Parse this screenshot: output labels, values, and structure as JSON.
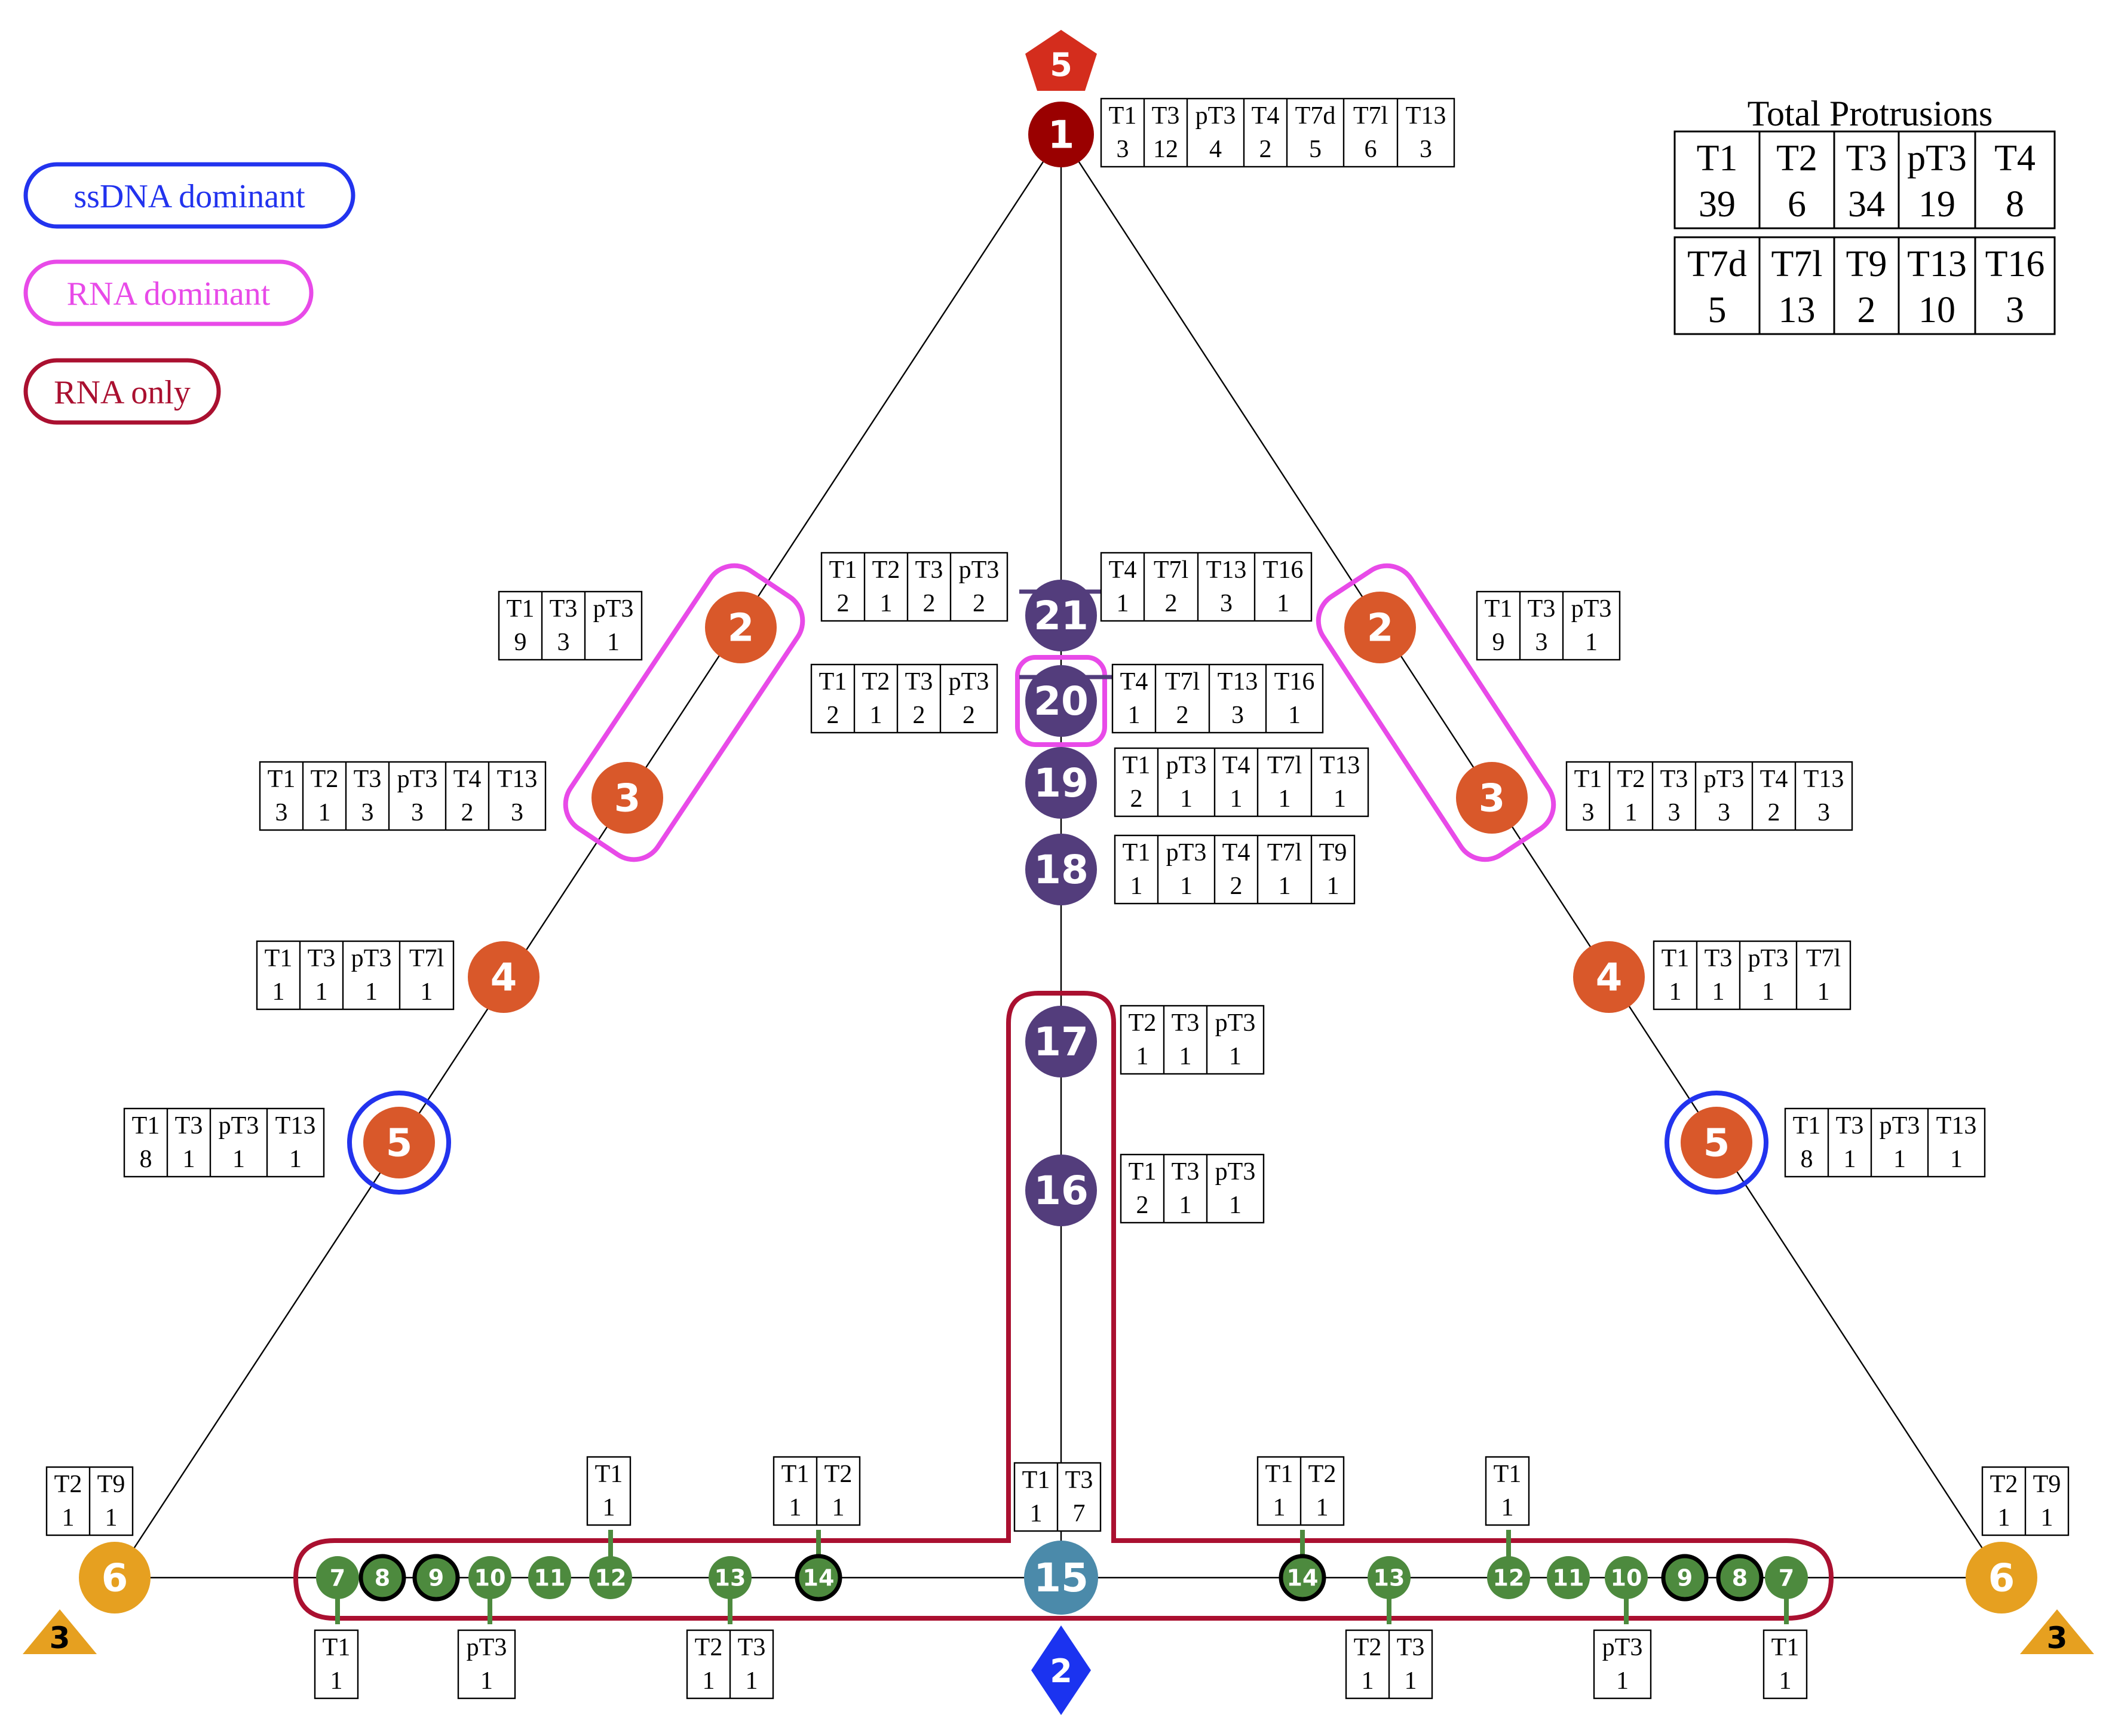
{
  "colors": {
    "ssdna": "#2233ee",
    "rna_dominant": "#e84ae8",
    "rna_only": "#aa1030",
    "dark_red": "#9a0000",
    "orange": "#d9582a",
    "purple": "#533d7c",
    "green": "#4d8a3e",
    "gold": "#e6a020",
    "teal": "#4b8aaa",
    "blue": "#1b33f0",
    "red": "#d42d1d",
    "black": "#000000"
  },
  "legend": [
    {
      "label": "ssDNA dominant",
      "key": "ssdna"
    },
    {
      "label": "RNA dominant",
      "key": "rna_dominant"
    },
    {
      "label": "RNA only",
      "key": "rna_only"
    }
  ],
  "totals": {
    "title": "Total Protrusions",
    "row1": [
      [
        "T1",
        "39"
      ],
      [
        "T2",
        "6"
      ],
      [
        "T3",
        "34"
      ],
      [
        "pT3",
        "19"
      ],
      [
        "T4",
        "8"
      ]
    ],
    "row2": [
      [
        "T7d",
        "5"
      ],
      [
        "T7l",
        "13"
      ],
      [
        "T9",
        "2"
      ],
      [
        "T13",
        "10"
      ],
      [
        "T16",
        "3"
      ]
    ]
  },
  "markers": {
    "top_pentagon": "5",
    "bottom_diamond": "2",
    "left_triangle": "3",
    "right_triangle": "3"
  },
  "nodes": [
    {
      "id": "n1",
      "label": "1",
      "color": "dark_red"
    },
    {
      "id": "nL2",
      "label": "2",
      "color": "orange"
    },
    {
      "id": "nL3",
      "label": "3",
      "color": "orange"
    },
    {
      "id": "nL4",
      "label": "4",
      "color": "orange"
    },
    {
      "id": "nL5",
      "label": "5",
      "color": "orange"
    },
    {
      "id": "nL6",
      "label": "6",
      "color": "gold"
    },
    {
      "id": "nR2",
      "label": "2",
      "color": "orange"
    },
    {
      "id": "nR3",
      "label": "3",
      "color": "orange"
    },
    {
      "id": "nR4",
      "label": "4",
      "color": "orange"
    },
    {
      "id": "nR5",
      "label": "5",
      "color": "orange"
    },
    {
      "id": "nR6",
      "label": "6",
      "color": "gold"
    },
    {
      "id": "n21",
      "label": "21",
      "color": "purple"
    },
    {
      "id": "n20",
      "label": "20",
      "color": "purple"
    },
    {
      "id": "n19",
      "label": "19",
      "color": "purple"
    },
    {
      "id": "n18",
      "label": "18",
      "color": "purple"
    },
    {
      "id": "n17",
      "label": "17",
      "color": "purple"
    },
    {
      "id": "n16",
      "label": "16",
      "color": "purple"
    },
    {
      "id": "n15",
      "label": "15",
      "color": "teal"
    },
    {
      "id": "gL7",
      "label": "7",
      "color": "green"
    },
    {
      "id": "gL8",
      "label": "8",
      "color": "green"
    },
    {
      "id": "gL9",
      "label": "9",
      "color": "green"
    },
    {
      "id": "gL10",
      "label": "10",
      "color": "green"
    },
    {
      "id": "gL11",
      "label": "11",
      "color": "green"
    },
    {
      "id": "gL12",
      "label": "12",
      "color": "green"
    },
    {
      "id": "gL13",
      "label": "13",
      "color": "green"
    },
    {
      "id": "gL14",
      "label": "14",
      "color": "green"
    },
    {
      "id": "gR14",
      "label": "14",
      "color": "green"
    },
    {
      "id": "gR13",
      "label": "13",
      "color": "green"
    },
    {
      "id": "gR12",
      "label": "12",
      "color": "green"
    },
    {
      "id": "gR11",
      "label": "11",
      "color": "green"
    },
    {
      "id": "gR10",
      "label": "10",
      "color": "green"
    },
    {
      "id": "gR9",
      "label": "9",
      "color": "green"
    },
    {
      "id": "gR8",
      "label": "8",
      "color": "green"
    },
    {
      "id": "gR7",
      "label": "7",
      "color": "green"
    }
  ],
  "tables": [
    {
      "id": "t1",
      "headers": [
        "T1",
        "T3",
        "pT3",
        "T4",
        "T7d",
        "T7l",
        "T13"
      ],
      "values": [
        "3",
        "12",
        "4",
        "2",
        "5",
        "6",
        "3"
      ]
    },
    {
      "id": "t21L",
      "headers": [
        "T1",
        "T2",
        "T3",
        "pT3"
      ],
      "values": [
        "2",
        "1",
        "2",
        "2"
      ]
    },
    {
      "id": "t21R",
      "headers": [
        "T4",
        "T7l",
        "T13",
        "T16"
      ],
      "values": [
        "1",
        "2",
        "3",
        "1"
      ]
    },
    {
      "id": "t20L",
      "headers": [
        "T1",
        "T2",
        "T3",
        "pT3"
      ],
      "values": [
        "2",
        "1",
        "2",
        "2"
      ]
    },
    {
      "id": "t20R",
      "headers": [
        "T4",
        "T7l",
        "T13",
        "T16"
      ],
      "values": [
        "1",
        "2",
        "3",
        "1"
      ]
    },
    {
      "id": "t19",
      "headers": [
        "T1",
        "pT3",
        "T4",
        "T7l",
        "T13"
      ],
      "values": [
        "2",
        "1",
        "1",
        "1",
        "1"
      ]
    },
    {
      "id": "t18",
      "headers": [
        "T1",
        "pT3",
        "T4",
        "T7l",
        "T9"
      ],
      "values": [
        "1",
        "1",
        "2",
        "1",
        "1"
      ]
    },
    {
      "id": "t17",
      "headers": [
        "T2",
        "T3",
        "pT3"
      ],
      "values": [
        "1",
        "1",
        "1"
      ]
    },
    {
      "id": "t16",
      "headers": [
        "T1",
        "T3",
        "pT3"
      ],
      "values": [
        "2",
        "1",
        "1"
      ]
    },
    {
      "id": "t15",
      "headers": [
        "T1",
        "T3"
      ],
      "values": [
        "1",
        "7"
      ]
    },
    {
      "id": "tL2",
      "headers": [
        "T1",
        "T3",
        "pT3"
      ],
      "values": [
        "9",
        "3",
        "1"
      ]
    },
    {
      "id": "tL3",
      "headers": [
        "T1",
        "T2",
        "T3",
        "pT3",
        "T4",
        "T13"
      ],
      "values": [
        "3",
        "1",
        "3",
        "3",
        "2",
        "3"
      ]
    },
    {
      "id": "tL4",
      "headers": [
        "T1",
        "T3",
        "pT3",
        "T7l"
      ],
      "values": [
        "1",
        "1",
        "1",
        "1"
      ]
    },
    {
      "id": "tL5",
      "headers": [
        "T1",
        "T3",
        "pT3",
        "T13"
      ],
      "values": [
        "8",
        "1",
        "1",
        "1"
      ]
    },
    {
      "id": "tL6",
      "headers": [
        "T2",
        "T9"
      ],
      "values": [
        "1",
        "1"
      ]
    },
    {
      "id": "tR2",
      "headers": [
        "T1",
        "T3",
        "pT3"
      ],
      "values": [
        "9",
        "3",
        "1"
      ]
    },
    {
      "id": "tR3",
      "headers": [
        "T1",
        "T2",
        "T3",
        "pT3",
        "T4",
        "T13"
      ],
      "values": [
        "3",
        "1",
        "3",
        "3",
        "2",
        "3"
      ]
    },
    {
      "id": "tR4",
      "headers": [
        "T1",
        "T3",
        "pT3",
        "T7l"
      ],
      "values": [
        "1",
        "1",
        "1",
        "1"
      ]
    },
    {
      "id": "tR5",
      "headers": [
        "T1",
        "T3",
        "pT3",
        "T13"
      ],
      "values": [
        "8",
        "1",
        "1",
        "1"
      ]
    },
    {
      "id": "tR6",
      "headers": [
        "T2",
        "T9"
      ],
      "values": [
        "1",
        "1"
      ]
    },
    {
      "id": "tgL7",
      "headers": [
        "T1"
      ],
      "values": [
        "1"
      ]
    },
    {
      "id": "tgL10",
      "headers": [
        "pT3"
      ],
      "values": [
        "1"
      ]
    },
    {
      "id": "tgL12",
      "headers": [
        "T1"
      ],
      "values": [
        "1"
      ]
    },
    {
      "id": "tgL13",
      "headers": [
        "T2",
        "T3"
      ],
      "values": [
        "1",
        "1"
      ]
    },
    {
      "id": "tgL14",
      "headers": [
        "T1",
        "T2"
      ],
      "values": [
        "1",
        "1"
      ]
    },
    {
      "id": "tgR14",
      "headers": [
        "T1",
        "T2"
      ],
      "values": [
        "1",
        "1"
      ]
    },
    {
      "id": "tgR13",
      "headers": [
        "T2",
        "T3"
      ],
      "values": [
        "1",
        "1"
      ]
    },
    {
      "id": "tgR12",
      "headers": [
        "T1"
      ],
      "values": [
        "1"
      ]
    },
    {
      "id": "tgR10",
      "headers": [
        "pT3"
      ],
      "values": [
        "1"
      ]
    },
    {
      "id": "tgR7",
      "headers": [
        "T1"
      ],
      "values": [
        "1"
      ]
    }
  ]
}
